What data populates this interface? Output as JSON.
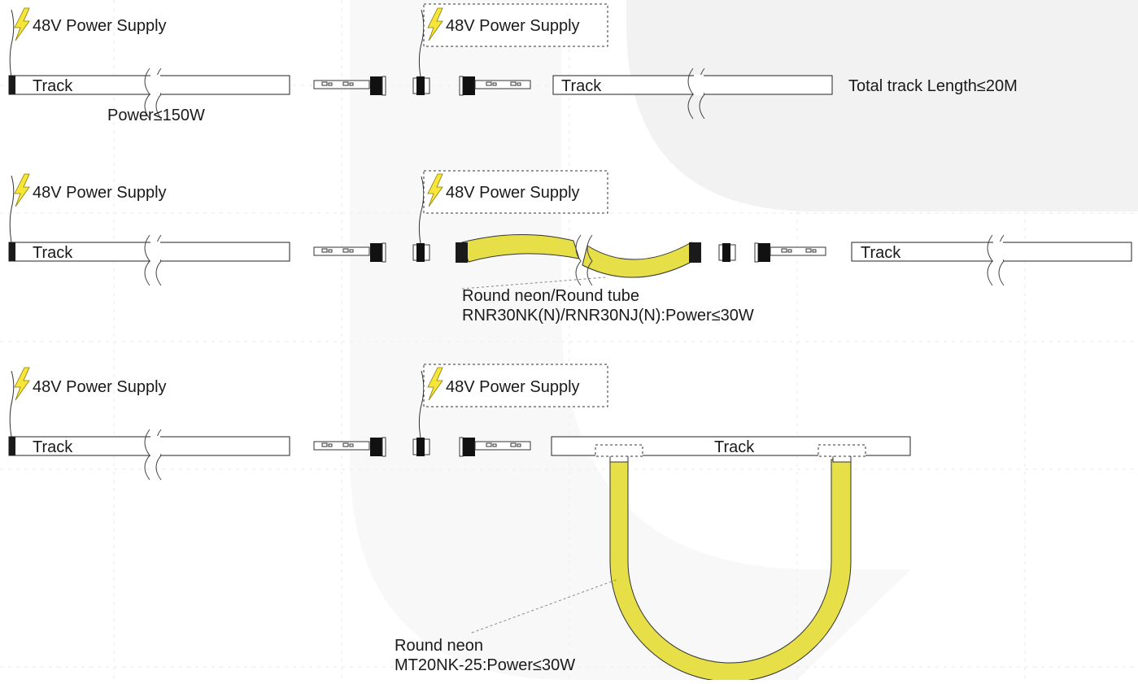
{
  "colors": {
    "neon": "#e6df48",
    "bolt": "#f7e63a",
    "line": "#222222"
  },
  "icons": [
    "lightning-bolt-icon"
  ],
  "row1": {
    "psu_left": "48V Power Supply",
    "psu_mid": "48V Power Supply",
    "track_a": "Track",
    "track_b": "Track",
    "power_note": "Power≤150W",
    "total_note": "Total track Length≤20M"
  },
  "row2": {
    "psu_left": "48V Power Supply",
    "psu_mid": "48V Power Supply",
    "track_a": "Track",
    "track_b": "Track",
    "neon_name": "Round neon/Round tube",
    "neon_spec": "RNR30NK(N)/RNR30NJ(N):Power≤30W"
  },
  "row3": {
    "psu_left": "48V Power Supply",
    "psu_mid": "48V Power Supply",
    "track_a": "Track",
    "track_b": "Track",
    "neon_name": "Round neon",
    "neon_spec": "MT20NK-25:Power≤30W"
  }
}
